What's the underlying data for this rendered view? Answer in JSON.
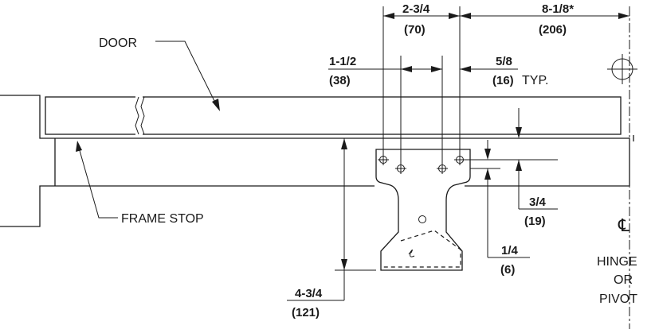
{
  "labels": {
    "door": "DOOR",
    "frame_stop": "FRAME STOP",
    "typ": "TYP.",
    "centerline_symbol": "℄",
    "hinge": "HINGE",
    "or": "OR",
    "pivot": "PIVOT"
  },
  "dimensions": {
    "d1": {
      "frac": "2-3/4",
      "mm": "(70)"
    },
    "d2": {
      "frac": "8-1/8*",
      "mm": "(206)"
    },
    "d3": {
      "frac": "1-1/2",
      "mm": "(38)"
    },
    "d4": {
      "frac": "5/8",
      "mm": "(16)"
    },
    "d5": {
      "frac": "3/4",
      "mm": "(19)"
    },
    "d6": {
      "frac": "1/4",
      "mm": "(6)"
    },
    "d7": {
      "frac": "4-3/4",
      "mm": "(121)"
    }
  }
}
